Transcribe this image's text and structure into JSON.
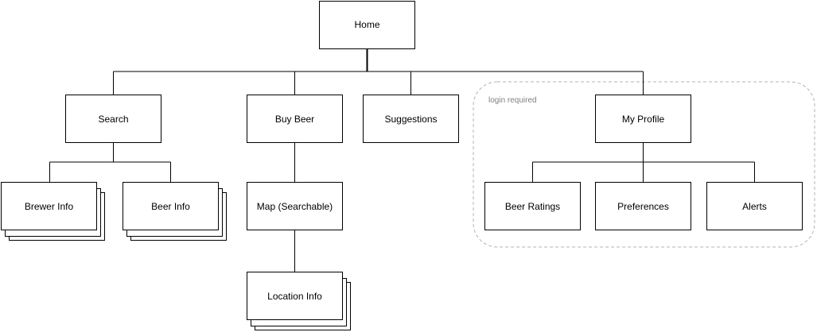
{
  "sitemap": {
    "group_label": "login required",
    "nodes": {
      "home": "Home",
      "search": "Search",
      "buy_beer": "Buy Beer",
      "suggestions": "Suggestions",
      "my_profile": "My Profile",
      "brewer_info": "Brewer Info",
      "beer_info": "Beer Info",
      "map": "Map (Searchable)",
      "location_info": "Location Info",
      "beer_ratings": "Beer Ratings",
      "preferences": "Preferences",
      "alerts": "Alerts"
    }
  }
}
